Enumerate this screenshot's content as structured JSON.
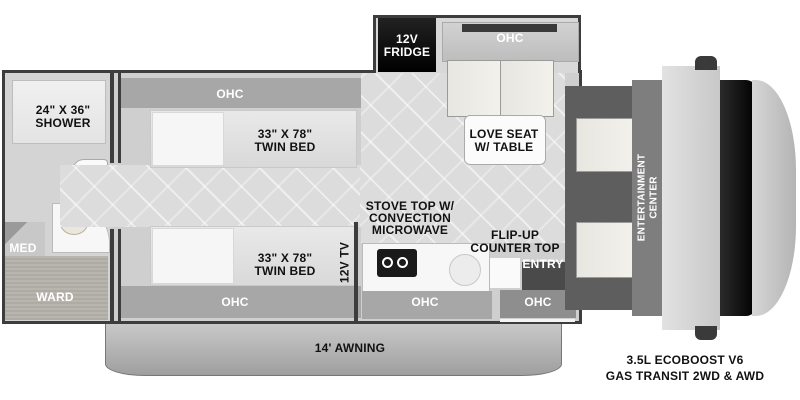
{
  "floorplan": {
    "rear_bath": {
      "shower_label": "24\" X 36\"\nSHOWER",
      "shower_dims": "24\" X 36\"",
      "shower_name": "SHOWER",
      "med_label": "MED",
      "ward_label": "WARD"
    },
    "bedroom": {
      "top_bed": {
        "dims": "33\" X 78\"",
        "name": "TWIN BED"
      },
      "bottom_bed": {
        "dims": "33\" X 78\"",
        "name": "TWIN BED"
      },
      "top_ohc": "OHC",
      "bottom_ohc": "OHC",
      "tv_label": "12V TV"
    },
    "slideout": {
      "fridge_line1": "12V",
      "fridge_line2": "FRIDGE",
      "ohc": "OHC",
      "love_seat_line1": "LOVE SEAT",
      "love_seat_line2": "W/ TABLE"
    },
    "kitchen": {
      "stove_line1": "STOVE TOP W/",
      "stove_line2": "CONVECTION",
      "stove_line3": "MICROWAVE",
      "counter_line1": "FLIP-UP",
      "counter_line2": "COUNTER TOP",
      "entry_label": "ENTRY",
      "galley_ohc": "OHC",
      "entry_ohc": "OHC"
    },
    "cab": {
      "entertainment_line1": "ENTERTAINMENT",
      "entertainment_line2": "CENTER"
    },
    "awning_label": "14' AWNING",
    "engine_line1": "3.5L ECOBOOST V6",
    "engine_line2": "GAS TRANSIT 2WD & AWD"
  },
  "colors": {
    "wall": "#3d3d3d",
    "floor": "#dcdcdc",
    "cab_dark": "#5e5e5e",
    "fridge": "#111111",
    "awning": "#b9b9b9"
  }
}
